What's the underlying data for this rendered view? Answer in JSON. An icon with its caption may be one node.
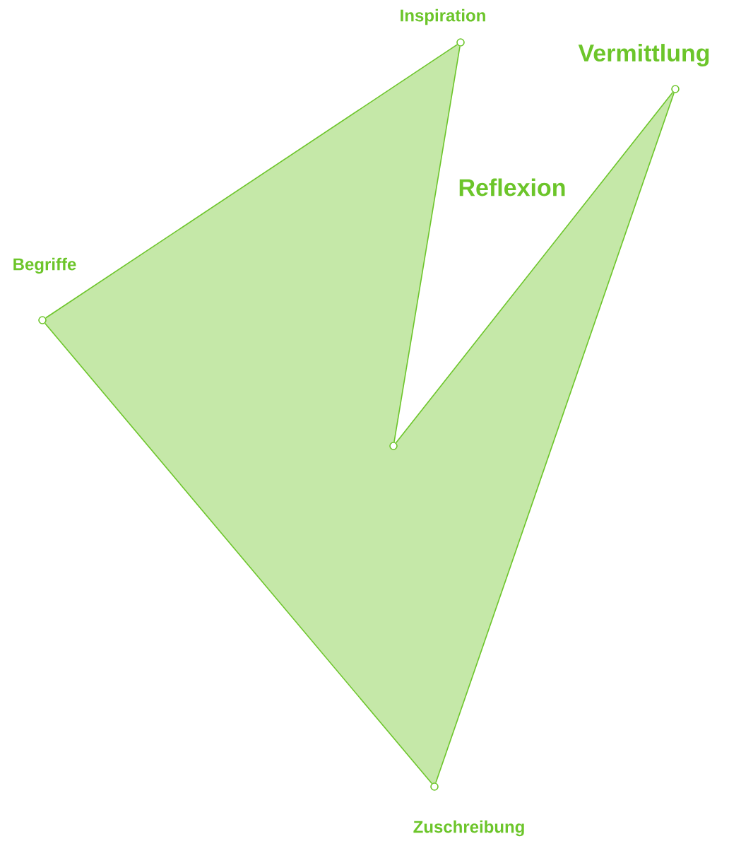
{
  "diagram": {
    "nodes": [
      {
        "text": [],
        "shape": "circle",
        "beside": [
          "Inspiration"
        ]
      },
      {
        "text": [],
        "shape": "circle",
        "beside": [
          "Vermittlung"
        ]
      },
      {
        "text": [],
        "shape": "circle"
      },
      {
        "text": [],
        "shape": "circle",
        "beside": [
          "Begriffe"
        ]
      },
      {
        "text": [],
        "shape": "circle",
        "beside": [
          "Zuschreibung"
        ]
      }
    ],
    "edges": [
      {
        "from": 3,
        "to": 0,
        "arrow": "none"
      },
      {
        "from": 0,
        "to": 2,
        "arrow": "none"
      },
      {
        "from": 2,
        "to": 1,
        "arrow": "none"
      },
      {
        "from": 1,
        "to": 4,
        "arrow": "none"
      },
      {
        "from": 4,
        "to": 3,
        "arrow": "none"
      }
    ],
    "labels": [
      "Reflexion"
    ]
  }
}
